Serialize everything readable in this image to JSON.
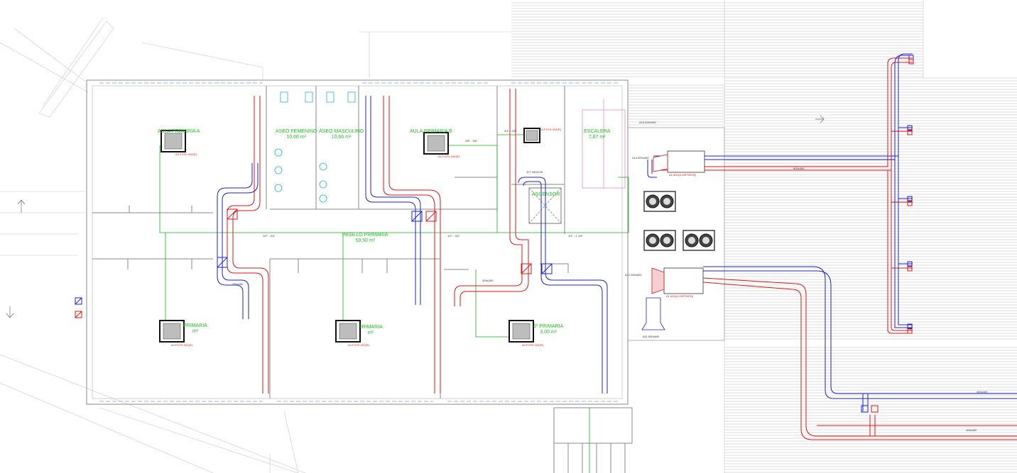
{
  "rooms": [
    {
      "id": "aula-a",
      "name": "AULA PRIMARIA A",
      "area": ""
    },
    {
      "id": "aseo-fem",
      "name": "ASEO FEMENINO",
      "area": "10,66 m²"
    },
    {
      "id": "aseo-masc",
      "name": "ASEO MASCULINO",
      "area": "10,66 m²"
    },
    {
      "id": "aula-b",
      "name": "AULA PRIMARIA B",
      "area": ""
    },
    {
      "id": "escalera",
      "name": "ESCALERA",
      "area": "7,87 m²"
    },
    {
      "id": "ascensor",
      "name": "ASCENSOR",
      "area": ""
    },
    {
      "id": "pasillo",
      "name": "PASILLO PRIMARIA",
      "area": "59,50 m²"
    },
    {
      "id": "aula-c",
      "name": "PRIMARIA",
      "area": "m²"
    },
    {
      "id": "aula-d",
      "name": "PRIMARIA",
      "area": "m²"
    },
    {
      "id": "aula-e",
      "name": "3º PRIMARIA",
      "area": "3,00 m²"
    }
  ],
  "annotations": {
    "unit_tag": "A4 FXTH 40Z(R)",
    "pipe_main": "1/2\" - 3/4\"",
    "pipe_right": "1/2\" - 1 1/8\"",
    "pipe_branch_a": "3/8\" - 5/8\"",
    "pipe_branch_b": "3/4\" - 3/4\"",
    "duct_400x400": "400x400",
    "duct_300x300": "300x300",
    "duct_600x300": "600x300",
    "duct_250x250": "250x250",
    "lift_grille": "127 400x125",
    "a10": "A10 600x300",
    "a14": "A14 600x300",
    "a12": "A12 600x600",
    "a11": "A11 600x600",
    "ahu_tag": "A1 AHU(1:DEFINITA)"
  },
  "colors": {
    "supply": "#e01414",
    "return": "#1d20c8",
    "refrigerant": "#18b018",
    "walls": "#8a8a8a",
    "labels": "#19c31a"
  }
}
